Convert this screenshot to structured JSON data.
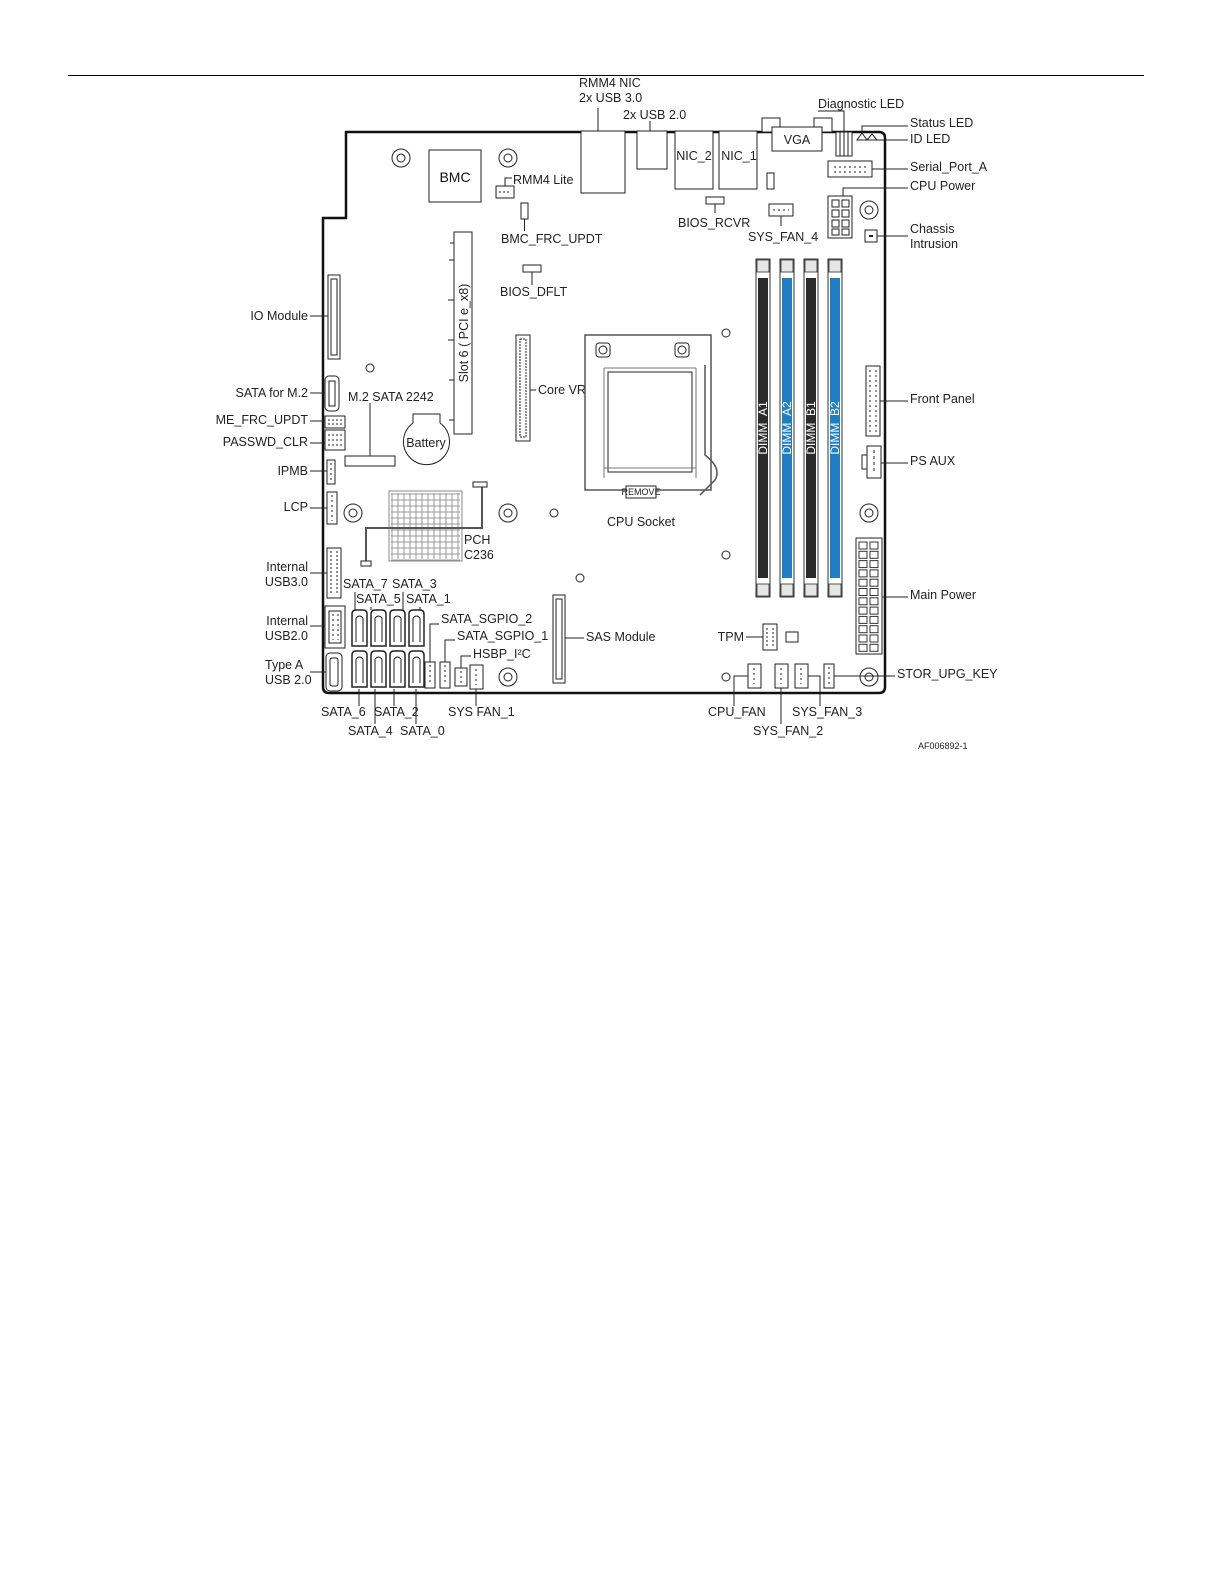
{
  "labels": {
    "rmm4_nic": "RMM4 NIC",
    "usb30_2x": "2x USB 3.0",
    "usb20_2x": "2x USB 2.0",
    "diagnostic_led": "Diagnostic LED",
    "status_led": "Status LED",
    "id_led": "ID LED",
    "serial_port_a": "Serial_Port_A",
    "cpu_power": "CPU Power",
    "chassis_intrusion_1": "Chassis",
    "chassis_intrusion_2": "Intrusion",
    "front_panel": "Front Panel",
    "ps_aux": "PS AUX",
    "main_power": "Main Power",
    "stor_upg_key": "STOR_UPG_KEY",
    "sys_fan_3": "SYS_FAN_3",
    "sys_fan_2": "SYS_FAN_2",
    "cpu_fan": "CPU_FAN",
    "tpm": "TPM",
    "sas_module": "SAS Module",
    "sys_fan_1": "SYS FAN_1",
    "hsbp_i2c": "HSBP_I²C",
    "sata_sgpio_1": "SATA_SGPIO_1",
    "sata_sgpio_2": "SATA_SGPIO_2",
    "sata_0": "SATA_0",
    "sata_1": "SATA_1",
    "sata_2": "SATA_2",
    "sata_3": "SATA_3",
    "sata_4": "SATA_4",
    "sata_5": "SATA_5",
    "sata_6": "SATA_6",
    "sata_7": "SATA_7",
    "type_a_usb_1": "Type A",
    "type_a_usb_2": "USB 2.0",
    "internal_usb20_1": "Internal",
    "internal_usb20_2": "USB2.0",
    "internal_usb30_1": "Internal",
    "internal_usb30_2": "USB3.0",
    "lcp": "LCP",
    "ipmb": "IPMB",
    "passwd_clr": "PASSWD_CLR",
    "me_frc_updt": "ME_FRC_UPDT",
    "sata_for_m2": "SATA for M.2",
    "io_module": "IO Module",
    "m2_sata": "M.2 SATA 2242",
    "battery": "Battery",
    "pch_1": "PCH",
    "pch_2": "C236",
    "core_vr": "Core VR",
    "cpu_socket": "CPU Socket",
    "remove": "REMOVE",
    "slot6": "Slot 6 ( PCI e_x8)",
    "bios_dflt": "BIOS_DFLT",
    "bmc_frc_updt": "BMC_FRC_UPDT",
    "bmc": "BMC",
    "rmm4_lite": "RMM4 Lite",
    "nic_1": "NIC_1",
    "nic_2": "NIC_2",
    "vga": "VGA",
    "bios_rcvr": "BIOS_RCVR",
    "sys_fan_4": "SYS_FAN_4",
    "dimm_a1": "DIMM_A1",
    "dimm_a2": "DIMM_A2",
    "dimm_b1": "DIMM_B1",
    "dimm_b2": "DIMM_B2",
    "figure_id": "AF006892-1"
  },
  "colors": {
    "dimm_black": "#2b2b2b",
    "dimm_blue": "#1f7fc4"
  }
}
